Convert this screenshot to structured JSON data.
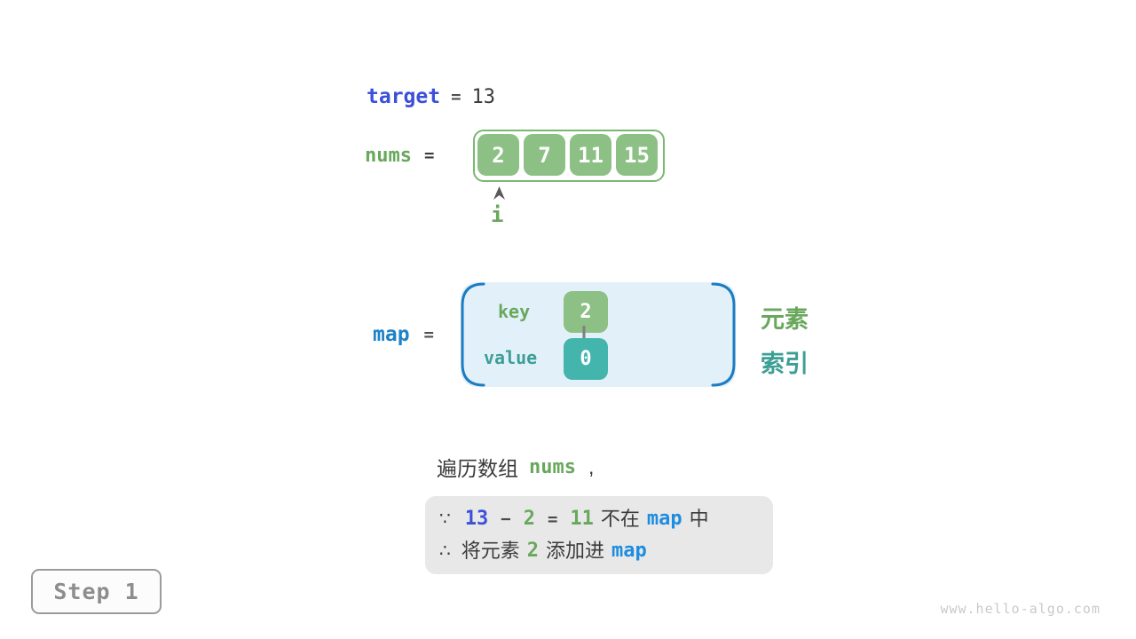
{
  "colors": {
    "royal_blue": "#3b50d9",
    "map_blue": "#1d82c8",
    "map_blue_bright": "#1e8de0",
    "green_text": "#69a85c",
    "green_box": "#8cc084",
    "green_border": "#7ab871",
    "teal_text": "#3d9e95",
    "teal_box": "#44b5ac",
    "light_blue_bg": "#e2f0f9",
    "bracket_blue": "#1c7cc2",
    "gray_box_bg": "#e8e8e8",
    "step_gray": "#8d8d8d",
    "watermark_gray": "#c9c9c9",
    "dark_text": "#3b3b3b"
  },
  "target_row": {
    "label": "target",
    "equals": "=",
    "value": "13"
  },
  "nums_row": {
    "label": "nums",
    "equals": "=",
    "cells": [
      "2",
      "7",
      "11",
      "15"
    ],
    "index_pointer_label": "i"
  },
  "map_row": {
    "label": "map",
    "equals": "=",
    "key_label": "key",
    "key_value": "2",
    "value_label": "value",
    "value_value": "0",
    "element_label": "元素",
    "index_label": "索引"
  },
  "caption": {
    "text": "遍历数组",
    "code": "nums",
    "comma": ","
  },
  "note_box": {
    "line1": {
      "because": "∵",
      "minuend": "13",
      "minus": "−",
      "subtrahend": "2",
      "eq": "=",
      "difference": "11",
      "text_mid": "不在",
      "code": "map",
      "text_end": "中"
    },
    "line2": {
      "therefore": "∴",
      "text_start": "将元素",
      "value": "2",
      "text_mid": "添加进",
      "code": "map"
    }
  },
  "step_badge": {
    "label": "Step 1"
  },
  "watermark": "www.hello-algo.com"
}
